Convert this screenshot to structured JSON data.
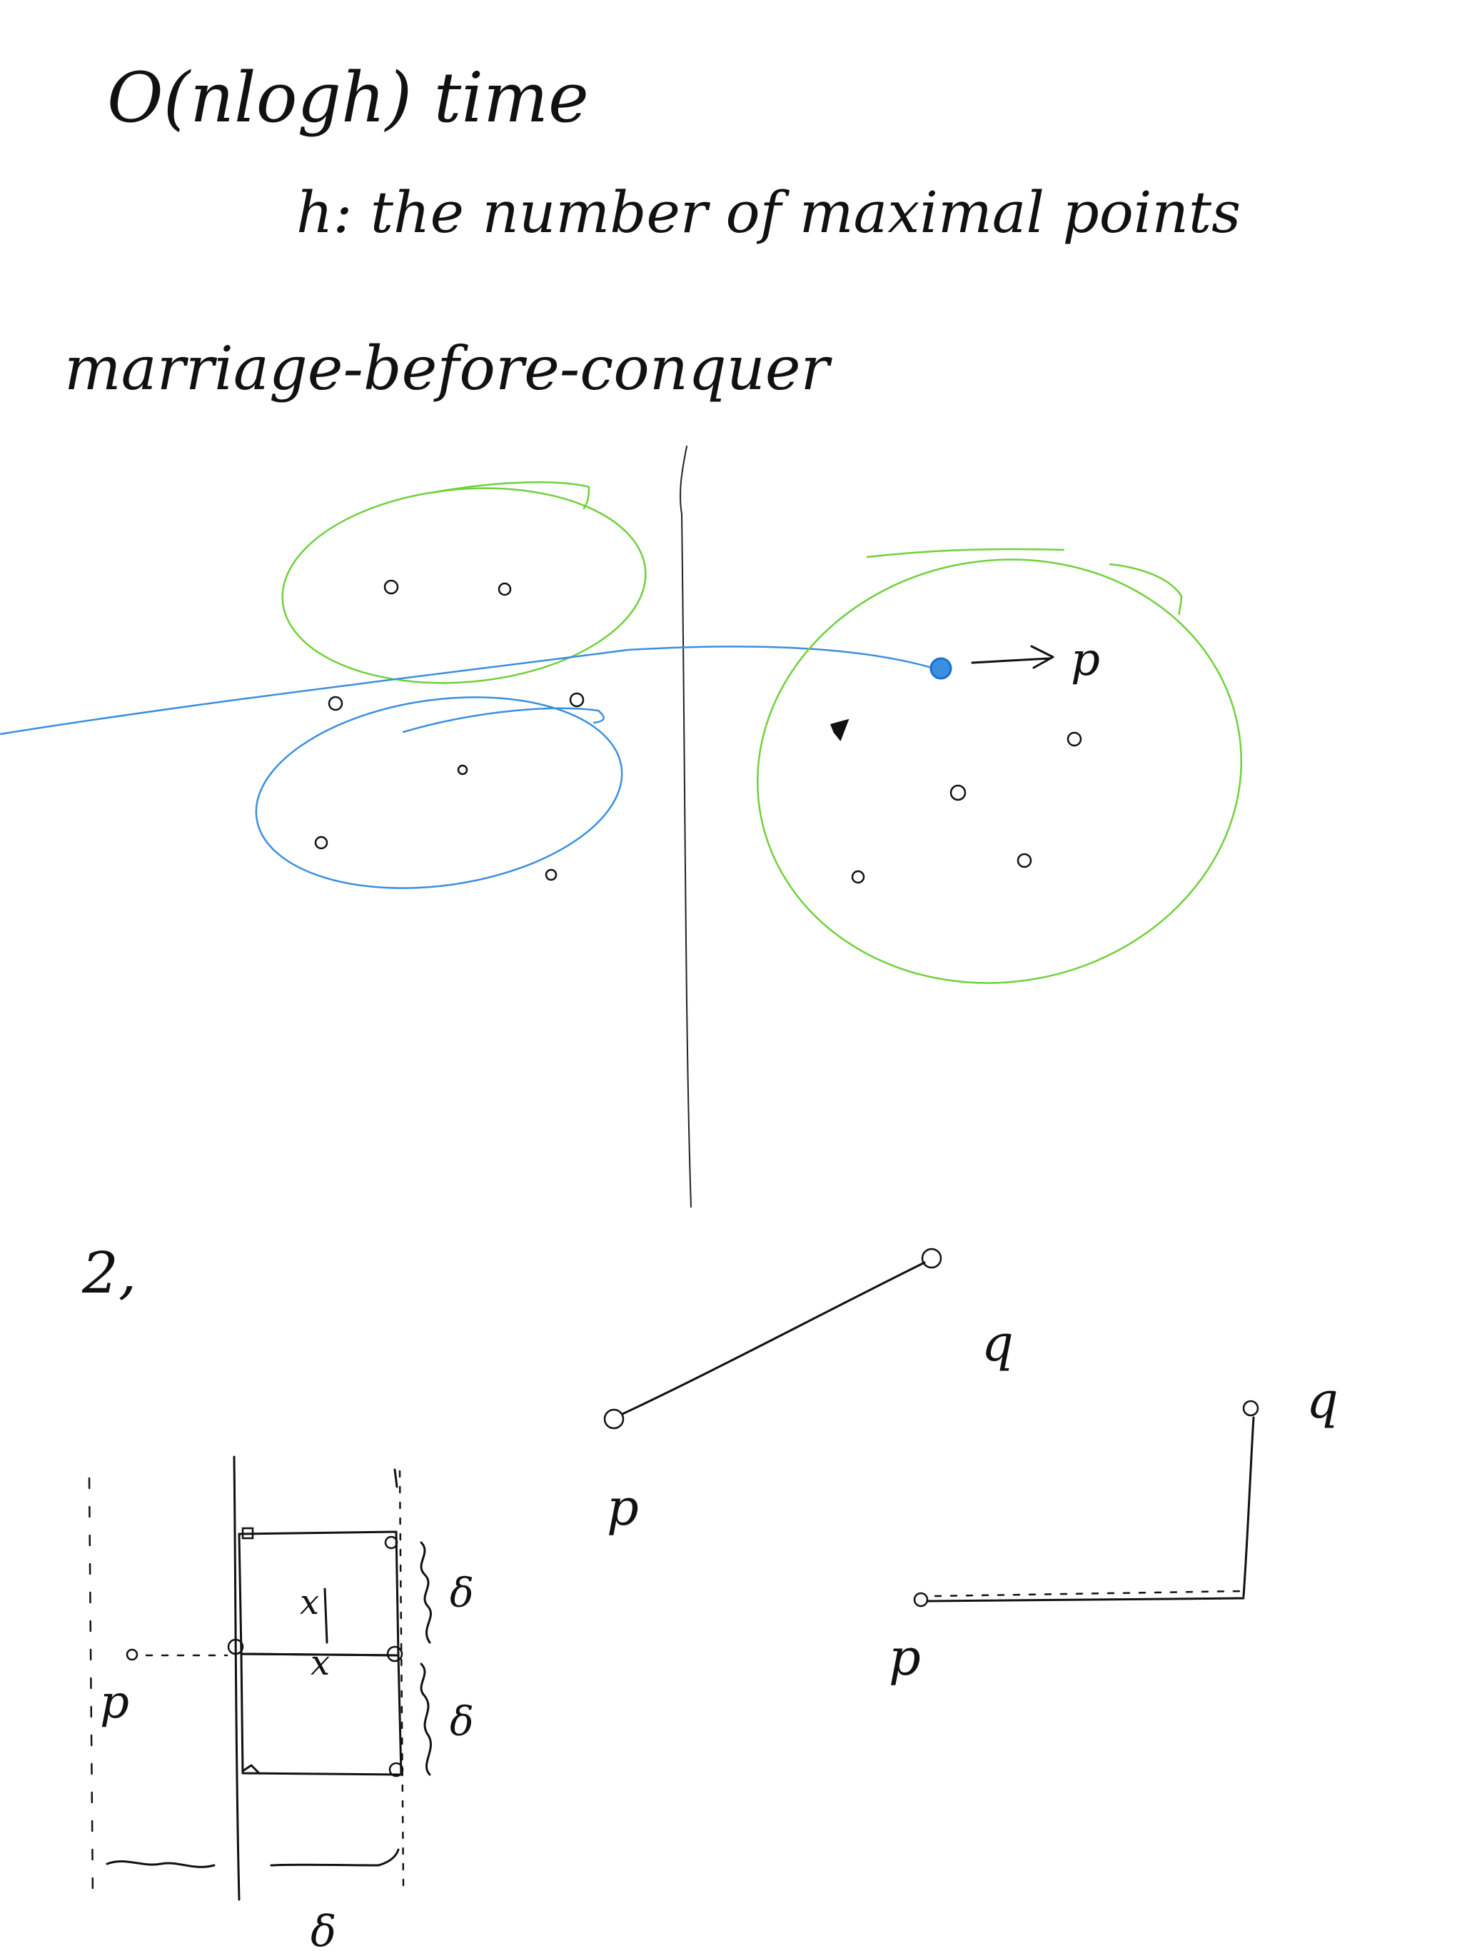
{
  "notes": {
    "line1": "O(nlogh) time",
    "line2": "h: the number of maximal points",
    "line3": "marriage-before-conquer"
  },
  "figure1": {
    "blue_point_label": "→ p"
  },
  "figure2": {
    "item_number": "2,",
    "left_sketch": {
      "p_label": "p",
      "upper_delta": "δ",
      "lower_delta": "δ",
      "bottom_delta": "δ",
      "x_upper": "x",
      "x_lower": "x"
    },
    "segment_sketch": {
      "p_label": "p",
      "q_label": "q"
    },
    "manhattan_sketch": {
      "p_label": "p",
      "q_label": "q"
    }
  },
  "colors": {
    "ink": "#111111",
    "green": "#6fd13b",
    "blue": "#3a8fe0"
  }
}
